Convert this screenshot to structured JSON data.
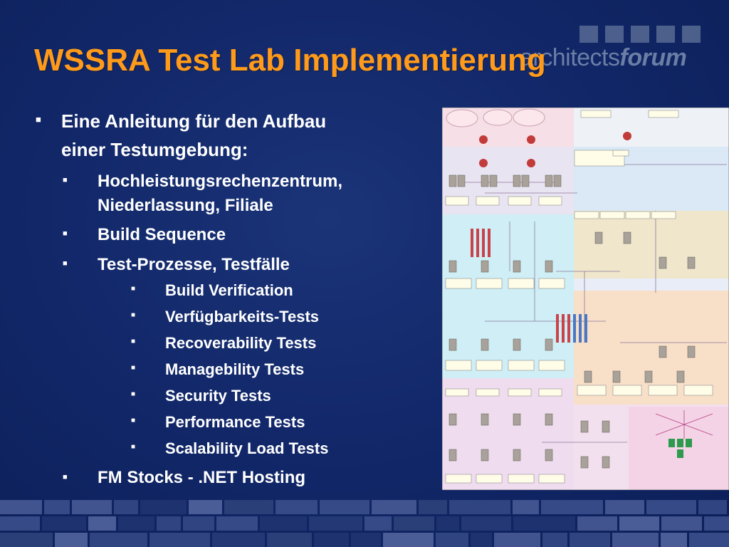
{
  "slide": {
    "title": "WSSRA Test Lab Implementierung",
    "logo": {
      "text_regular": "architects",
      "text_bold": "forum"
    },
    "bullets": [
      {
        "level": 1,
        "text": "Eine Anleitung für den Aufbau"
      },
      {
        "level": 1,
        "text": "einer Testumgebung:",
        "continuation": true
      },
      {
        "level": 2,
        "text": "Hochleistungsrechenzentrum,"
      },
      {
        "level": 2,
        "text": "Niederlassung, Filiale",
        "continuation": true
      },
      {
        "level": 2,
        "text": "Build Sequence"
      },
      {
        "level": 2,
        "text": "Test-Prozesse, Testfälle"
      },
      {
        "level": 3,
        "text": "Build Verification"
      },
      {
        "level": 3,
        "text": "Verfügbarkeits-Tests"
      },
      {
        "level": 3,
        "text": "Recoverability Tests"
      },
      {
        "level": 3,
        "text": "Managebility Tests"
      },
      {
        "level": 3,
        "text": "Security Tests"
      },
      {
        "level": 3,
        "text": "Performance Tests"
      },
      {
        "level": 3,
        "text": "Scalability Load Tests"
      },
      {
        "level": 2,
        "text": "FM Stocks - .NET Hosting"
      }
    ],
    "colors": {
      "title": "#ff9a1a",
      "background": "#12286a",
      "text": "#ffffff"
    }
  }
}
